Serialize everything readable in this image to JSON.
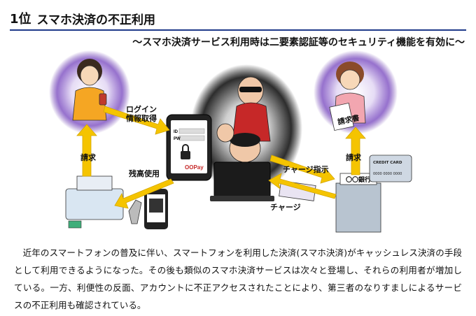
{
  "header": {
    "rank": "1位",
    "title": "スマホ決済の不正利用",
    "subtitle": "〜スマホ決済サービス利用時は二要素認証等のセキュリティ機能を有効に〜"
  },
  "diagram": {
    "login_label_line1": "ログイン",
    "login_label_line2": "情報取得",
    "seikyu_left": "請求",
    "seikyu_right": "請求",
    "zandaka_label": "残高使用",
    "charge_shiji_label": "チャージ指示",
    "charge_label": "チャージ",
    "phone_id": "ID",
    "phone_pw": "PW",
    "phone_brand": "OOPay",
    "bank_sign": "〇〇銀行",
    "card_label": "CREDIT CARD",
    "card_number": "0000 0000 0000",
    "invoice_label": "請求書"
  },
  "body": {
    "paragraph": "近年のスマートフォンの普及に伴い、スマートフォンを利用した決済(スマホ決済)がキャッシュレス決済の手段として利用できるようになった。その後も類似のスマホ決済サービスは次々と登場し、それらの利用者が増加している。一方、利便性の反面、アカウントに不正アクセスされたことにより、第三者のなりすましによるサービスの不正利用も確認されている。"
  },
  "colors": {
    "arrow": "#f5c400",
    "arrow_stroke": "#d4a700",
    "purple_glow": "#6d3fb0",
    "dark_glow": "#111111",
    "rule": "#1f3a8a"
  }
}
